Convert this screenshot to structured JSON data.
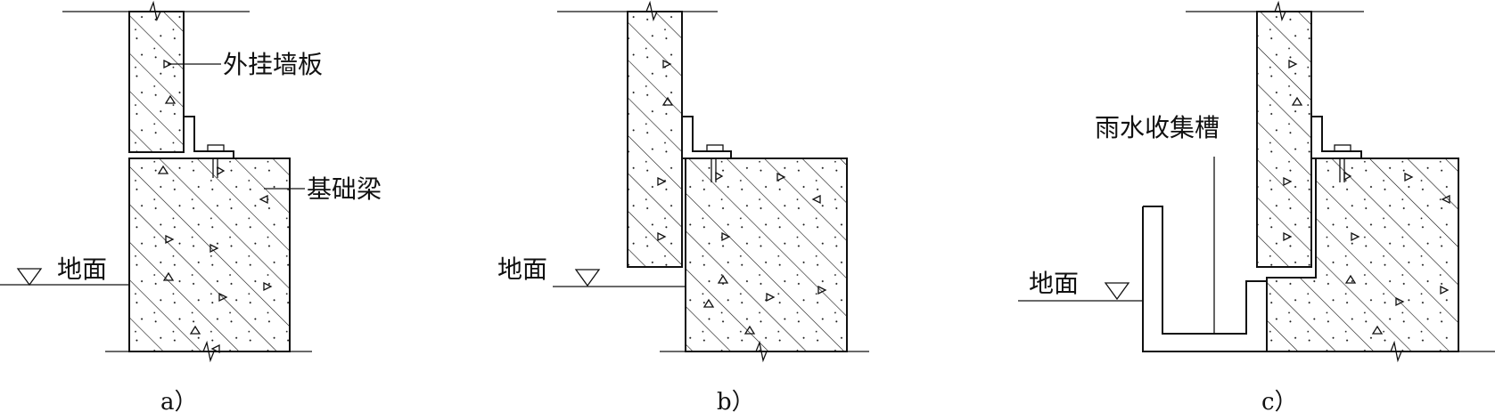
{
  "panels": [
    {
      "caption": "a）",
      "labels": {
        "panel_label": "外挂墙板",
        "beam_label": "基础梁",
        "ground_label": "地面"
      }
    },
    {
      "caption": "b）",
      "labels": {
        "ground_label": "地面"
      }
    },
    {
      "caption": "c）",
      "labels": {
        "gutter_label": "雨水收集槽",
        "ground_label": "地面"
      }
    }
  ],
  "colors": {
    "line": "#111111",
    "background": "#ffffff"
  }
}
